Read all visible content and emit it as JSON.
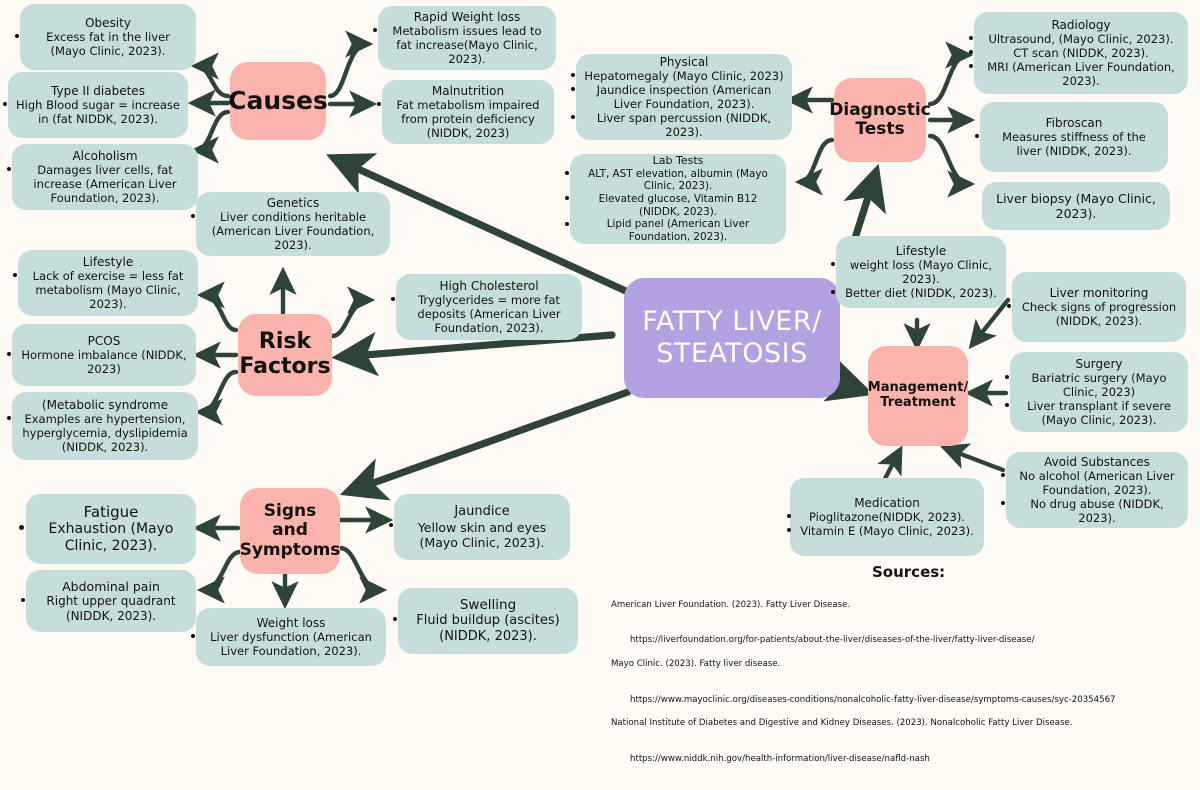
{
  "title": "FATTY LIVER/ STEATOSIS",
  "colors": {
    "background": "#fdfbf4",
    "leaf_box": "#c6dedb",
    "hub_box": "#fbb3ad",
    "center_box": "#b3a1e2",
    "arrow": "#2f4438",
    "text": "#15130f"
  },
  "center": {
    "line1": "FATTY LIVER/",
    "line2": "STEATOSIS"
  },
  "hubs": {
    "causes": "Causes",
    "diagnostic_tests_l1": "Diagnostic",
    "diagnostic_tests_l2": "Tests",
    "risk_factors_l1": "Risk",
    "risk_factors_l2": "Factors",
    "management_l1": "Management/",
    "management_l2": "Treatment",
    "signs_l1": "Signs",
    "signs_l2": "and",
    "signs_l3": "Symptoms"
  },
  "branches": {
    "causes": [
      {
        "title": "Obesity",
        "items": [
          "Excess fat in the liver (Mayo Clinic, 2023)."
        ]
      },
      {
        "title": "Type II diabetes",
        "items": [
          "High Blood sugar = increase in (fat NIDDK, 2023)."
        ]
      },
      {
        "title": "Alcoholism",
        "items": [
          "Damages liver cells, fat increase (American Liver Foundation, 2023)."
        ]
      },
      {
        "title": "Rapid Weight loss",
        "items": [
          "Metabolism issues lead to fat increase(Mayo Clinic, 2023)."
        ]
      },
      {
        "title": "Malnutrition",
        "items": [
          "Fat metabolism impaired from protein deficiency (NIDDK, 2023)"
        ]
      }
    ],
    "diagnostic_tests": [
      {
        "title": "Physical",
        "items": [
          "Hepatomegaly (Mayo Clinic, 2023)",
          "Jaundice inspection (American Liver Foundation, 2023).",
          "Liver span percussion (NIDDK, 2023)."
        ]
      },
      {
        "title": "Lab Tests",
        "items": [
          "ALT, AST elevation, albumin (Mayo Clinic, 2023).",
          "Elevated glucose, Vitamin B12 (NIDDK, 2023).",
          "Lipid panel (American Liver Foundation, 2023)."
        ]
      },
      {
        "title": "Radiology",
        "items": [
          "Ultrasound, (Mayo Clinic, 2023).",
          "CT scan (NIDDK, 2023).",
          "MRI (American Liver Foundation, 2023)."
        ]
      },
      {
        "title": "Fibroscan",
        "items": [
          "Measures stiffness of the liver (NIDDK, 2023)."
        ]
      },
      {
        "title": "Liver biopsy (Mayo Clinic, 2023).",
        "items": []
      }
    ],
    "risk_factors": [
      {
        "title": "Genetics",
        "items": [
          "Liver conditions heritable (American Liver Foundation, 2023)."
        ]
      },
      {
        "title": "Lifestyle",
        "items": [
          "Lack of exercise = less fat metabolism (Mayo Clinic, 2023)."
        ]
      },
      {
        "title": "PCOS",
        "items": [
          "Hormone imbalance (NIDDK, 2023)"
        ]
      },
      {
        "title": "(Metabolic syndrome",
        "items": [
          "Examples are hypertension, hyperglycemia, dyslipidemia (NIDDK, 2023)."
        ]
      },
      {
        "title": "High Cholesterol",
        "items": [
          "Tryglycerides = more fat deposits (American Liver Foundation, 2023)."
        ]
      }
    ],
    "management": [
      {
        "title": "Lifestyle",
        "items": [
          "weight loss (Mayo Clinic, 2023).",
          "Better diet (NIDDK, 2023)."
        ]
      },
      {
        "title": "Liver monitoring",
        "items": [
          "Check signs of progression (NIDDK, 2023)."
        ]
      },
      {
        "title": "Surgery",
        "items": [
          "Bariatric surgery (Mayo Clinic, 2023)",
          "Liver transplant if severe (Mayo Clinic, 2023)."
        ]
      },
      {
        "title": "Avoid Substances",
        "items": [
          "No alcohol (American Liver Foundation, 2023).",
          "No drug abuse (NIDDK, 2023)."
        ]
      },
      {
        "title": "Medication",
        "items": [
          "Pioglitazone(NIDDK, 2023).",
          "Vitamin E (Mayo Clinic, 2023)."
        ]
      }
    ],
    "signs_and_symptoms": [
      {
        "title": "Fatigue",
        "items": [
          "Exhaustion (Mayo Clinic, 2023)."
        ]
      },
      {
        "title": "Abdominal pain",
        "items": [
          "Right upper quadrant (NIDDK, 2023)."
        ]
      },
      {
        "title": "Weight loss",
        "items": [
          "Liver dysfunction (American Liver Foundation, 2023)."
        ]
      },
      {
        "title": "Jaundice",
        "items": [
          "Yellow skin and eyes (Mayo Clinic, 2023)."
        ]
      },
      {
        "title": "Swelling",
        "items": [
          "Fluid buildup (ascites) (NIDDK, 2023)."
        ]
      }
    ]
  },
  "sources": {
    "heading": "Sources:",
    "entries": [
      "American Liver Foundation. (2023). Fatty Liver Disease.",
      "https://liverfoundation.org/for-patients/about-the-liver/diseases-of-the-liver/fatty-liver-disease/",
      "Mayo Clinic. (2023). Fatty liver disease.",
      "https://www.mayoclinic.org/diseases-conditions/nonalcoholic-fatty-liver-disease/symptoms-causes/syc-20354567",
      "National Institute of Diabetes and Digestive and Kidney Diseases. (2023). Nonalcoholic Fatty Liver Disease.",
      "https://www.niddk.nih.gov/health-information/liver-disease/nafld-nash"
    ]
  }
}
